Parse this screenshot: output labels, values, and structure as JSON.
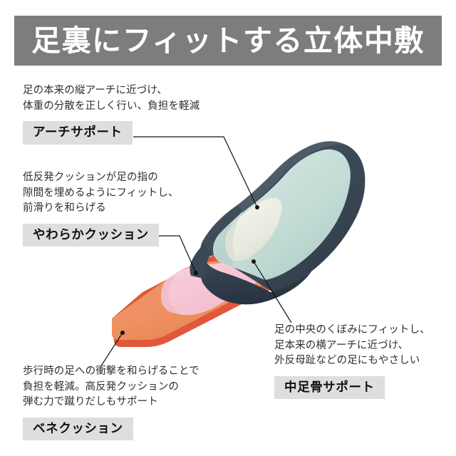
{
  "header": {
    "title": "足裏にフィットする立体中敷",
    "banner_color": "#7d7d7d",
    "title_color": "#ffffff"
  },
  "callouts": [
    {
      "id": "arch-support",
      "description": "足の本来の縦アーチに近づけ、\n体重の分散を正しく行い、負担を軽減",
      "label": "アーチサポート",
      "target": "white-arch-pad"
    },
    {
      "id": "soft-cushion",
      "description": "低反発クッションが足の指の\n隙間を埋めるようにフィットし、\n前滑りを和らげる",
      "label": "やわらかクッション",
      "target": "pink-forefoot-pad"
    },
    {
      "id": "bene-cushion",
      "description": "歩行時の足への衝撃を和らげることで\n負担を軽減。高反発クッションの\n弾む力で蹴りだしもサポート",
      "label": "ベネクッション",
      "target": "orange-toe-area"
    },
    {
      "id": "metatarsal-support",
      "description": "足の中央のくぼみにフィットし、\n足本来の横アーチに近づけ、\n外反母趾などの足にもやさしい",
      "label": "中足骨サポート",
      "target": "mint-midfoot-area"
    }
  ],
  "illustration": {
    "name": "insole-3d-diagram",
    "colors": {
      "dark_navy": "#3d4b59",
      "dark_navy_shadow": "#2f3b47",
      "mint": "#c6ded8",
      "mint_shadow": "#aecbc6",
      "cream": "#eef0e6",
      "cream_shadow": "#d9ddd0",
      "orange": "#ef9263",
      "orange_edge": "#e0583a",
      "pink": "#f6c5d3",
      "pink_edge": "#edb2c4"
    },
    "parts": [
      {
        "name": "white-arch-pad",
        "color": "#eef0e6"
      },
      {
        "name": "mint-midfoot-area",
        "color": "#c6ded8"
      },
      {
        "name": "dark-navy-shell",
        "color": "#3d4b59"
      },
      {
        "name": "orange-toe-area",
        "color": "#ef9263"
      },
      {
        "name": "pink-forefoot-pad",
        "color": "#f6c5d3"
      }
    ]
  },
  "leader_line_color": "#111111"
}
